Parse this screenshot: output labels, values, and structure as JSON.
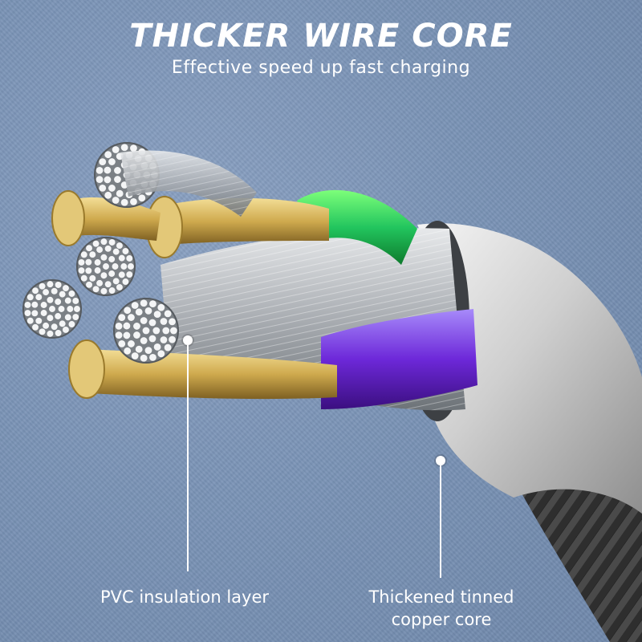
{
  "headline": "THICKER WIRE CORE",
  "subheadline": "Effective speed up fast charging",
  "callouts": {
    "pvc": {
      "label": "PVC  insulation layer"
    },
    "copper": {
      "line1": "Thickened tinned",
      "line2": "copper core"
    }
  },
  "colors": {
    "background": "#7a93b6",
    "outer_jacket": "#c9c9c9",
    "braid": "#3a3a3a",
    "strand_silver": "#bfc3c7",
    "strand_gold": "#d9b85a",
    "green_insulation": "#22c55e",
    "purple_insulation": "#6d28d9",
    "text": "#ffffff"
  }
}
